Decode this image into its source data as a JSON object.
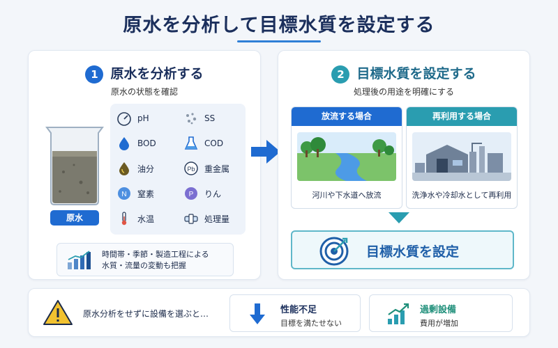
{
  "page": {
    "title": "原水を分析して目標水質を設定する"
  },
  "step1": {
    "number": "1",
    "title": "原水を分析する",
    "subtitle": "原水の状態を確認",
    "badge": "原水",
    "params": [
      {
        "icon": "gauge-icon",
        "label": "pH"
      },
      {
        "icon": "particles-icon",
        "label": "SS"
      },
      {
        "icon": "drop-icon",
        "label": "BOD"
      },
      {
        "icon": "flask-icon",
        "label": "COD"
      },
      {
        "icon": "oil-drop-icon",
        "label": "油分"
      },
      {
        "icon": "pb-icon",
        "label": "重金属"
      },
      {
        "icon": "n-icon",
        "label": "窒素"
      },
      {
        "icon": "p-icon",
        "label": "りん"
      },
      {
        "icon": "thermometer-icon",
        "label": "水温"
      },
      {
        "icon": "pipe-icon",
        "label": "処理量"
      }
    ],
    "note_line1": "時間帯・季節・製造工程による",
    "note_line2": "水質・流量の変動も把握"
  },
  "step2": {
    "number": "2",
    "title": "目標水質を設定する",
    "subtitle": "処理後の用途を明確にする",
    "case_discharge": {
      "title": "放流する場合",
      "caption": "河川や下水道へ放流"
    },
    "case_reuse": {
      "title": "再利用する場合",
      "caption": "洗浄水や冷却水として再利用"
    },
    "goal": "目標水質を設定"
  },
  "bottom": {
    "warning": "原水分析をせずに設備を選ぶと…",
    "box1": {
      "title": "性能不足",
      "sub": "目標を満たせない"
    },
    "box2": {
      "title": "過剰設備",
      "sub": "費用が増加"
    }
  },
  "colors": {
    "navy": "#1b2f5c",
    "blue": "#1f6bd1",
    "teal": "#2a9db0",
    "warning": "#f2c230"
  }
}
